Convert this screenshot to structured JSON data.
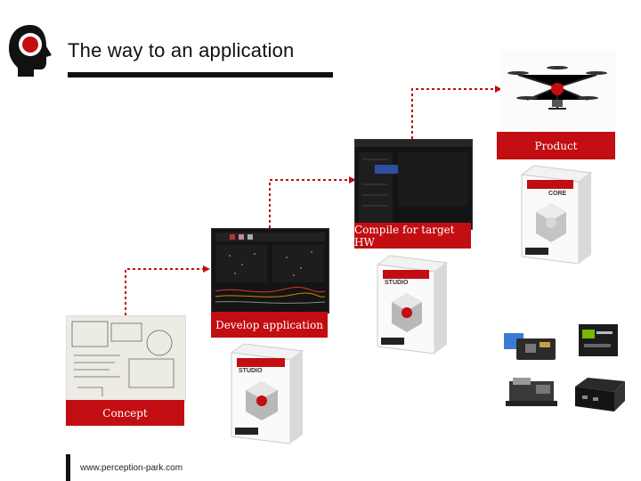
{
  "header": {
    "title": "The way to an application"
  },
  "stages": {
    "concept": "Concept",
    "develop": "Develop application",
    "compile": "Compile for target HW",
    "product": "Product"
  },
  "boxes": {
    "studio_brand": "STUDIO",
    "core_brand": "CORE"
  },
  "footer": {
    "url": "www.perception-park.com"
  },
  "colors": {
    "accent": "#c20d12",
    "arrow": "#c20d12",
    "text": "#111111"
  }
}
